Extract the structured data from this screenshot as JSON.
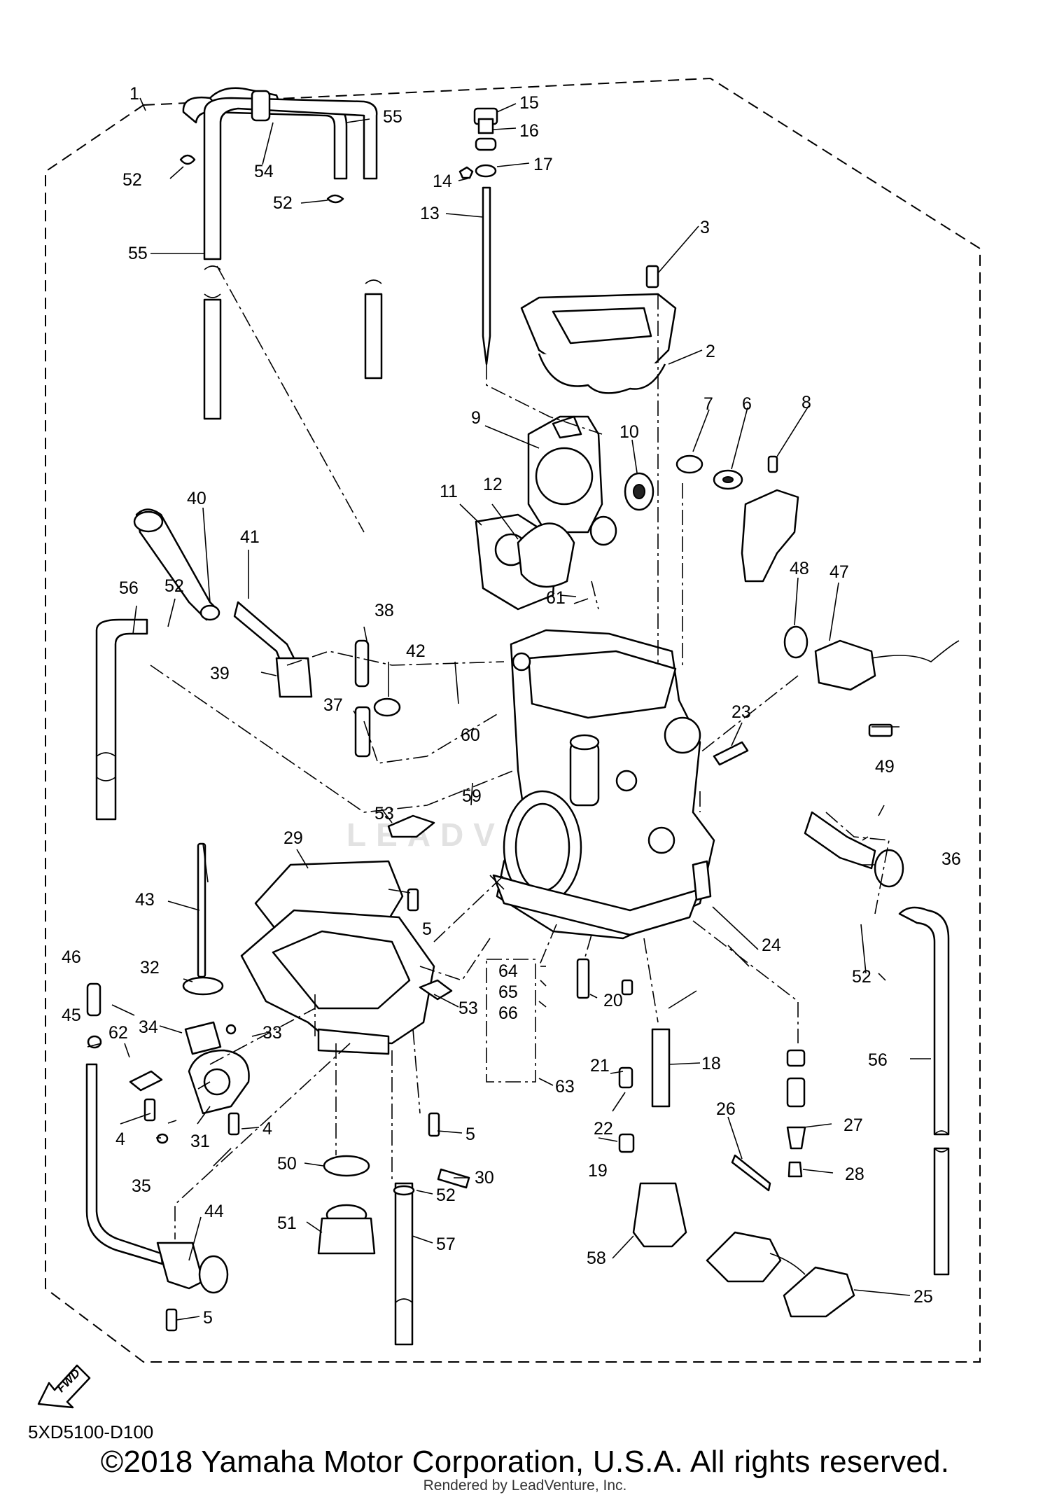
{
  "diagram_code": "5XD5100-D100",
  "copyright": "©2018 Yamaha Motor Corporation, U.S.A. All rights reserved.",
  "rendered_by": "Rendered by LeadVenture, Inc.",
  "watermark": "LEADVENTURE",
  "fwd_label": "FWD",
  "callouts": {
    "c1": "1",
    "c2": "2",
    "c3": "3",
    "c4a": "4",
    "c4b": "4",
    "c5a": "5",
    "c5b": "5",
    "c5c": "5",
    "c6": "6",
    "c7": "7",
    "c8": "8",
    "c9": "9",
    "c10": "10",
    "c11": "11",
    "c12": "12",
    "c13": "13",
    "c14": "14",
    "c15": "15",
    "c16": "16",
    "c17": "17",
    "c18": "18",
    "c19": "19",
    "c20": "20",
    "c21": "21",
    "c22": "22",
    "c23": "23",
    "c24": "24",
    "c25": "25",
    "c26": "26",
    "c27": "27",
    "c28": "28",
    "c29": "29",
    "c30": "30",
    "c31": "31",
    "c32": "32",
    "c33": "33",
    "c34": "34",
    "c35": "35",
    "c36": "36",
    "c37": "37",
    "c38": "38",
    "c39": "39",
    "c40": "40",
    "c41": "41",
    "c42": "42",
    "c43": "43",
    "c44": "44",
    "c45": "45",
    "c46": "46",
    "c47": "47",
    "c48": "48",
    "c49": "49",
    "c50": "50",
    "c51": "51",
    "c52a": "52",
    "c52b": "52",
    "c52c": "52",
    "c52d": "52",
    "c52e": "52",
    "c53a": "53",
    "c53b": "53",
    "c54": "54",
    "c55a": "55",
    "c55b": "55",
    "c56a": "56",
    "c56b": "56",
    "c57": "57",
    "c58": "58",
    "c59": "59",
    "c60": "60",
    "c61": "61",
    "c62": "62",
    "c63": "63",
    "c64": "64",
    "c65": "65",
    "c66": "66"
  }
}
